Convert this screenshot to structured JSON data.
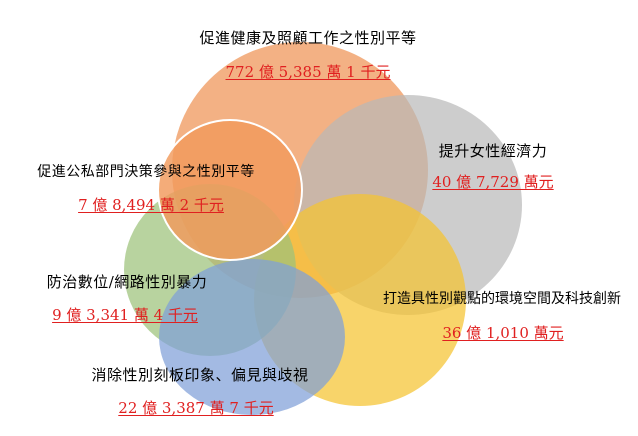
{
  "colors": {
    "text": "#000000",
    "amount": "#e02020"
  },
  "categories": [
    {
      "name": "促進健康及照顧工作之性別平等",
      "amount": "772 億 5,385 萬 1 千元",
      "fill": "#f0a069"
    },
    {
      "name": "提升女性經濟力",
      "amount": "40 億 7,729 萬元",
      "fill": "#b8b8b8"
    },
    {
      "name": "促進公私部門決策參與之性別平等",
      "amount": "7 億 8,494 萬 2 千元",
      "fill": "#f29a5c"
    },
    {
      "name": "打造具性別觀點的環境空間及科技創新",
      "amount": "36 億 1,010 萬元",
      "fill": "#f5c330"
    },
    {
      "name": "防治數位/網路性別暴力",
      "amount": "9 億 3,341 萬 4 千元",
      "fill": "#9cc27a"
    },
    {
      "name": "消除性別刻板印象、偏見與歧視",
      "amount": "22 億 3,387 萬 7 千元",
      "fill": "#7f9fd8"
    }
  ]
}
